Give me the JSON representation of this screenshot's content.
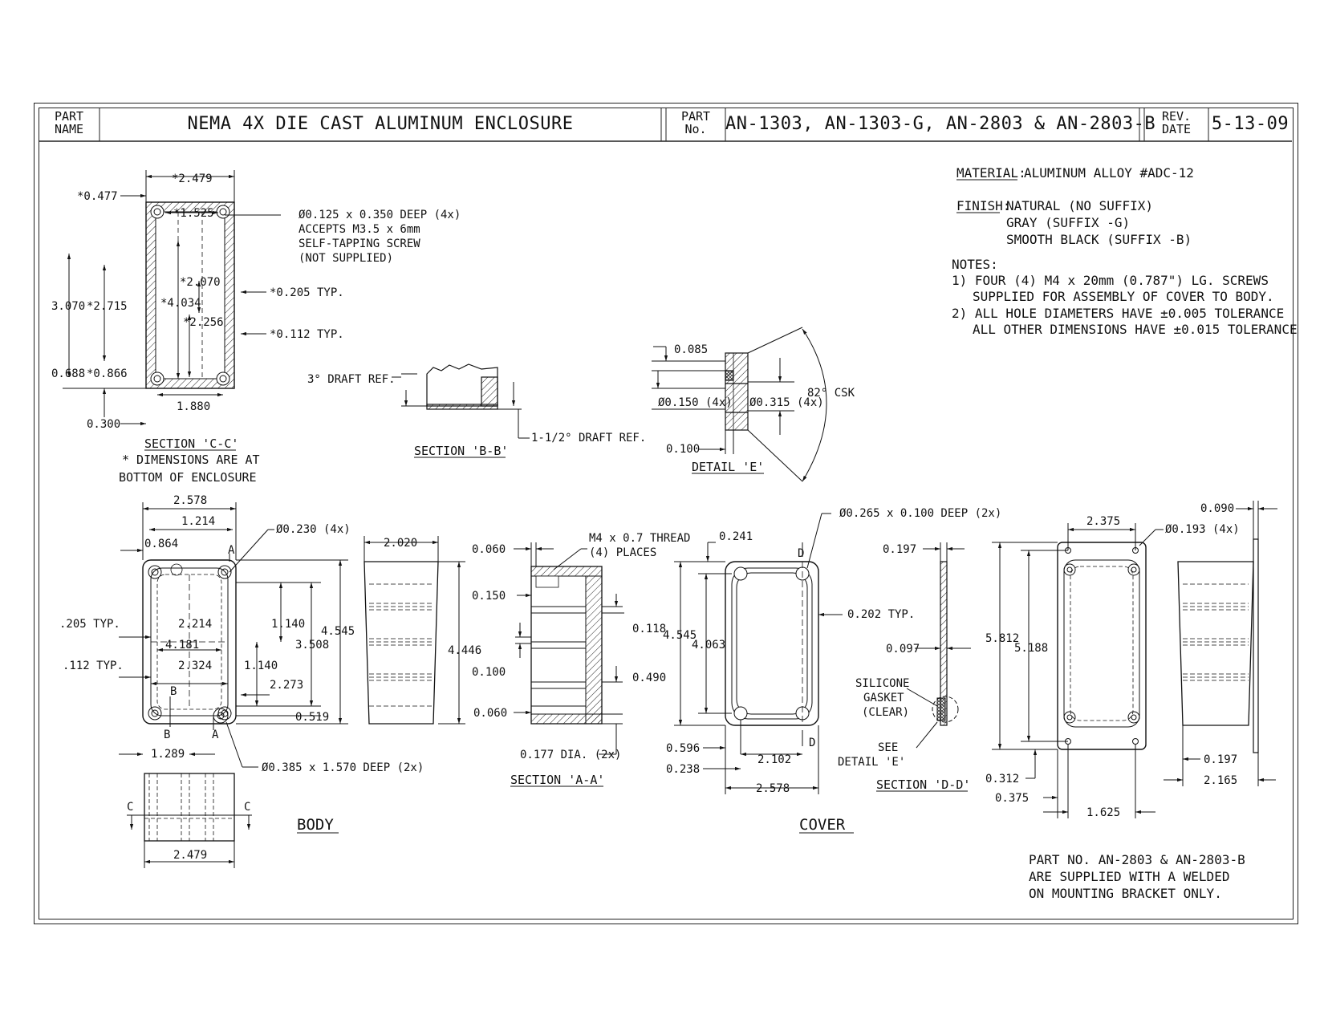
{
  "title_block": {
    "part_name_label": [
      "PART",
      "NAME"
    ],
    "part_name": "NEMA 4X DIE CAST ALUMINUM ENCLOSURE",
    "part_no_label": [
      "PART",
      "No."
    ],
    "part_no": "AN-1303, AN-1303-G, AN-2803 & AN-2803-B",
    "rev_date_label": [
      "REV.",
      "DATE"
    ],
    "rev_date": "5-13-09"
  },
  "notes": {
    "material_label": "MATERIAL:",
    "material": "ALUMINUM ALLOY #ADC-12",
    "finish_label": "FINISH:",
    "finish": [
      "NATURAL (NO SUFFIX)",
      "GRAY (SUFFIX -G)",
      "SMOOTH BLACK (SUFFIX -B)"
    ],
    "notes_label": "NOTES:",
    "notes": [
      "1) FOUR (4) M4 x 20mm (0.787\") LG. SCREWS",
      "SUPPLIED FOR ASSEMBLY OF COVER TO BODY.",
      "2) ALL HOLE DIAMETERS HAVE ±0.005 TOLERANCE",
      "ALL OTHER DIMENSIONS HAVE ±0.015 TOLERANCE"
    ],
    "bracket_note": [
      "PART NO. AN-2803 & AN-2803-B",
      "ARE SUPPLIED WITH A WELDED",
      "ON MOUNTING BRACKET ONLY."
    ]
  },
  "section_cc": {
    "dims": [
      "*2.479",
      "*0.477",
      "*1.525",
      "*2.070",
      "*0.205 TYP.",
      "*4.034",
      "*2.256",
      "*0.112 TYP.",
      "3.070",
      "*2.715",
      "0.688",
      "*0.866",
      "1.880",
      "0.300"
    ],
    "callout": [
      "Ø0.125 x 0.350 DEEP (4x)",
      "ACCEPTS M3.5 x 6mm",
      "SELF-TAPPING SCREW",
      "(NOT SUPPLIED)"
    ],
    "title": "SECTION 'C-C'",
    "note": [
      "* DIMENSIONS ARE AT",
      "BOTTOM OF ENCLOSURE"
    ]
  },
  "section_bb": {
    "dims": [
      "3° DRAFT REF.",
      "1-1/2° DRAFT REF."
    ],
    "title": "SECTION 'B-B'"
  },
  "detail_e": {
    "dims": [
      "0.085",
      "Ø0.150 (4x)",
      "Ø0.315 (4x)",
      "82° CSK",
      "0.100"
    ],
    "title": "DETAIL 'E'"
  },
  "body": {
    "dims": [
      "2.578",
      "1.214",
      "0.864",
      "Ø0.230 (4x)",
      ".205 TYP.",
      "2.214",
      "4.181",
      ".112 TYP.",
      "2.324",
      "1.140",
      "1.140",
      "3.508",
      "4.545",
      "2.273",
      "0.519",
      "1.289",
      "Ø0.385 x 1.570 DEEP (2x)",
      "2.479",
      "2.020",
      "4.446"
    ],
    "markers": [
      "A",
      "A",
      "B",
      "B",
      "C",
      "C"
    ],
    "label": "BODY"
  },
  "section_aa": {
    "dims": [
      "0.060",
      "M4 x 0.7 THREAD",
      "(4) PLACES",
      "0.150",
      "0.118",
      "0.100",
      "0.490",
      "0.060",
      "0.177 DIA. (2x)"
    ],
    "title": "SECTION 'A-A'"
  },
  "cover": {
    "dims": [
      "0.241",
      "Ø0.265 x 0.100 DEEP (2x)",
      "4.545",
      "4.063",
      "0.202 TYP.",
      "0.596",
      "2.102",
      "0.238",
      "2.578"
    ],
    "markers": [
      "D",
      "D"
    ],
    "label": "COVER"
  },
  "section_dd": {
    "dims": [
      "0.197",
      "0.097"
    ],
    "gasket": [
      "SILICONE",
      "GASKET",
      "(CLEAR)"
    ],
    "see": [
      "SEE",
      "DETAIL 'E'"
    ],
    "title": "SECTION 'D-D'"
  },
  "bracket": {
    "dims": [
      "2.375",
      "Ø0.193 (4x)",
      "0.090",
      "5.812",
      "5.188",
      "0.312",
      "0.375",
      "1.625",
      "0.197",
      "2.165"
    ]
  }
}
